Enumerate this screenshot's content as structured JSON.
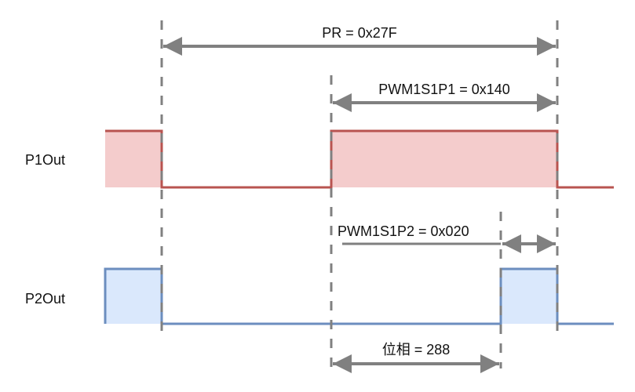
{
  "signals": [
    {
      "name": "P1Out",
      "fill": "#f4cccc",
      "stroke": "#b85450"
    },
    {
      "name": "P2Out",
      "fill": "#dae8fc",
      "stroke": "#6c8ebf"
    }
  ],
  "dimensions": {
    "pr": "PR = 0x27F",
    "p1": "PWM1S1P1 = 0x140",
    "p2": "PWM1S1P2 = 0x020",
    "phase": "位相 = 288"
  },
  "colors": {
    "guide": "#808080",
    "arrow": "#808080"
  }
}
